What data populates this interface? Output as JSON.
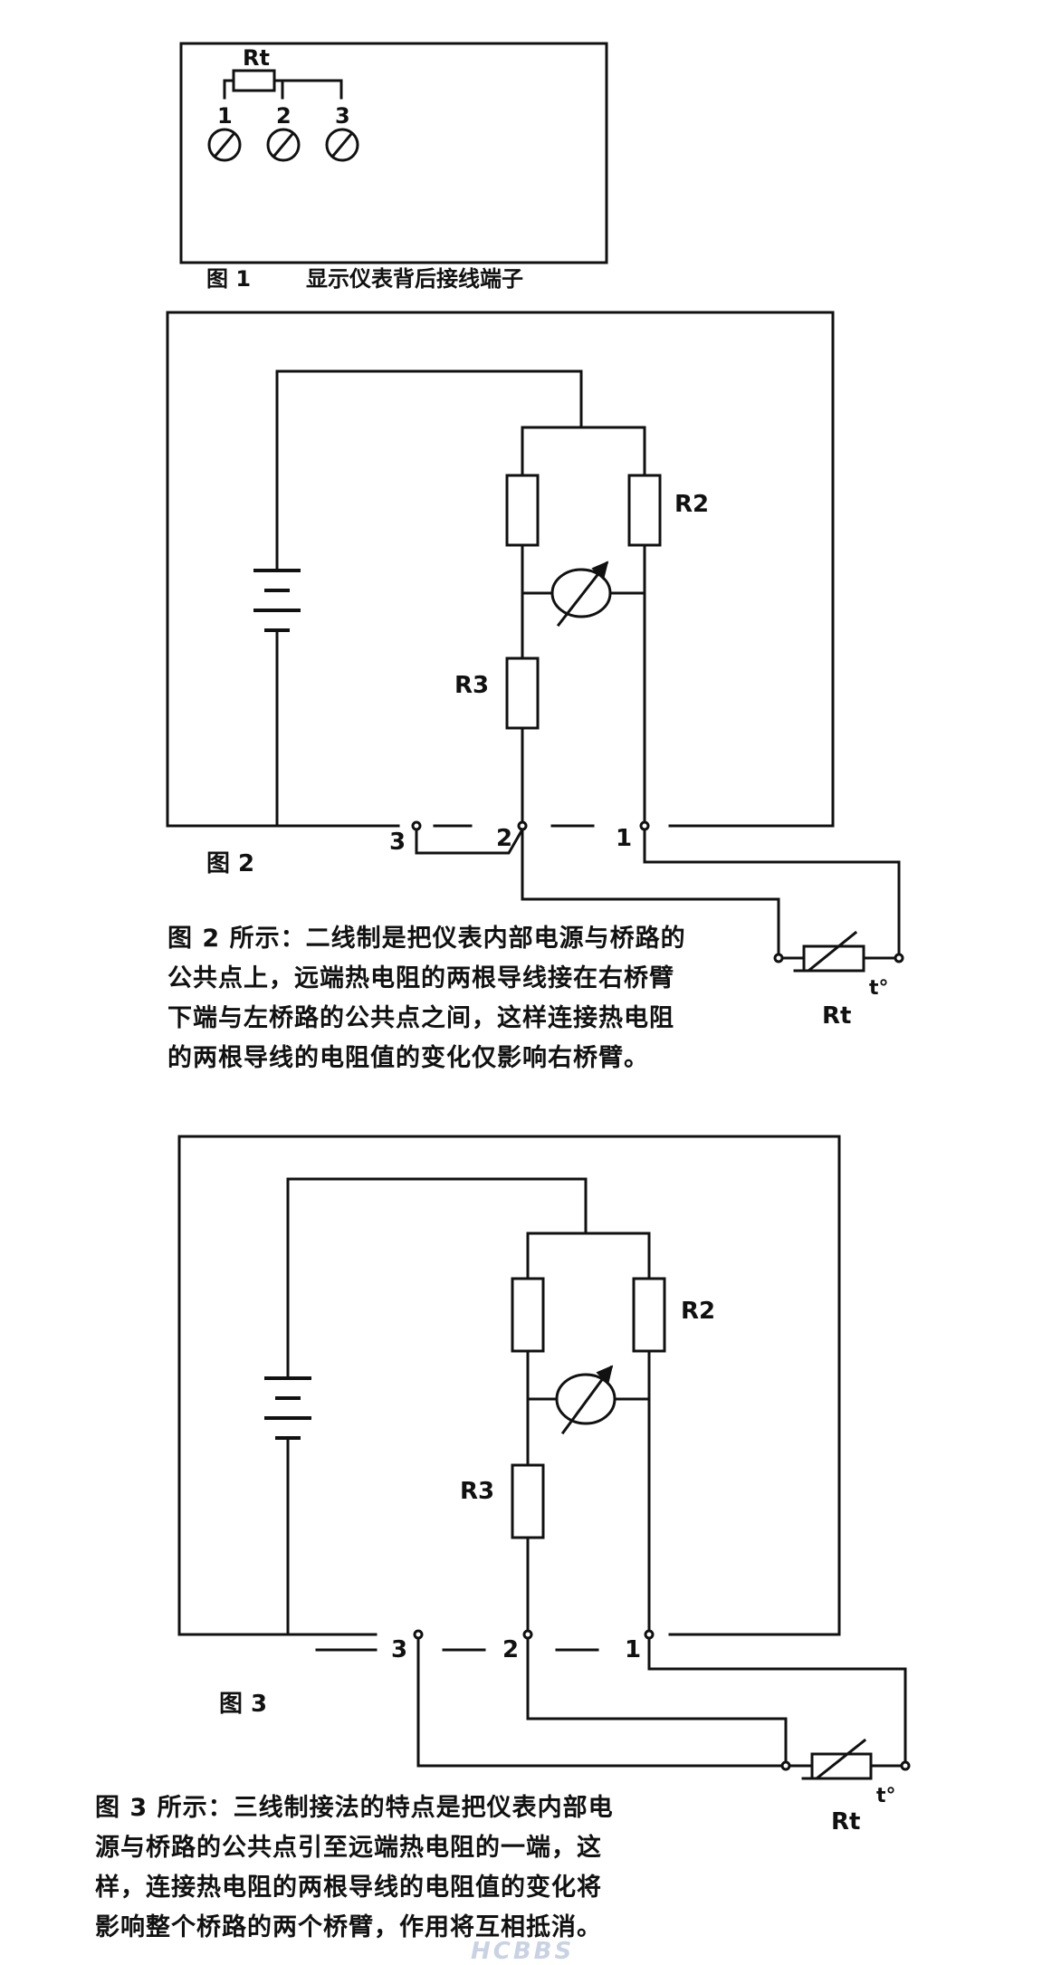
{
  "figure1": {
    "resistor_label": "Rt",
    "terminals": [
      "1",
      "2",
      "3"
    ],
    "fig_no": "图 1",
    "title": "显示仪表背后接线端子"
  },
  "figure2": {
    "r2_label": "R2",
    "r3_label": "R3",
    "rt_label": "Rt",
    "temp_symbol": "t°",
    "terminals": [
      "1",
      "2",
      "3"
    ],
    "fig_no": "图 2",
    "caption_lines": [
      "图 2 所示：二线制是把仪表内部电源与桥路的",
      "公共点上，远端热电阻的两根导线接在右桥臂",
      "下端与左桥路的公共点之间，这样连接热电阻",
      "的两根导线的电阻值的变化仅影响右桥臂。"
    ]
  },
  "figure3": {
    "r2_label": "R2",
    "r3_label": "R3",
    "rt_label": "Rt",
    "temp_symbol": "t°",
    "terminals": [
      "1",
      "2",
      "3"
    ],
    "fig_no": "图 3",
    "caption_lines": [
      "图 3 所示：三线制接法的特点是把仪表内部电",
      "源与桥路的公共点引至远端热电阻的一端，这",
      "样，连接热电阻的两根导线的电阻值的变化将",
      "影响整个桥路的两个桥臂，作用将互相抵消。"
    ]
  },
  "watermark": "HCBBS"
}
